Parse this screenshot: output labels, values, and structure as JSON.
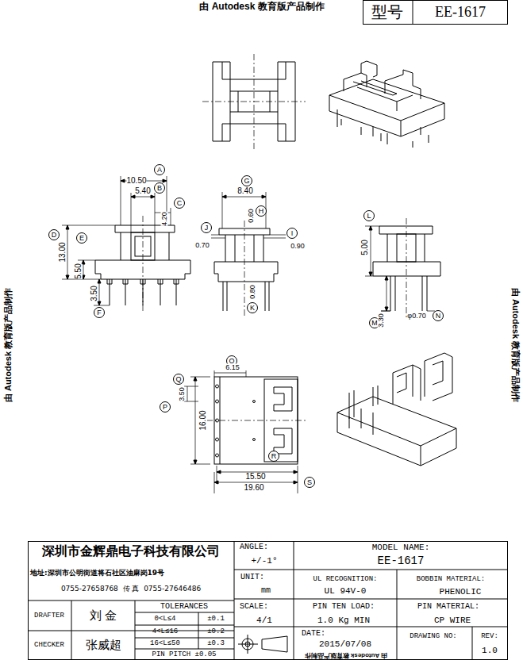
{
  "diagram": {
    "labels": [
      "由 Autodesk 教育版产品制作",
      "型号",
      "EE-1617",
      "由 Autodesk 教育版产品制作",
      "由 Autodesk 教育版产品制作",
      "由 Autodesk 教育版产品制作",
      "A",
      "10.50",
      "B",
      "5.40",
      "C",
      "4.20",
      "D",
      "E",
      "13.00",
      "5.50",
      "3.50",
      "F",
      "G",
      "8.40",
      "H",
      "0.60",
      "J",
      "0.70",
      "I",
      "0.90",
      "0.80",
      "K",
      "L",
      "5.00",
      "M",
      "3.30",
      "φ0.70",
      "N",
      "O",
      "6.15",
      "Q",
      "P",
      "3.50",
      "16.00",
      "R",
      "15.50",
      "S",
      "19.60",
      "深圳市金辉鼎电子科技有限公司",
      "地址:深圳市公明街道将石社区油麻岗19号",
      "0755-27658768  传 真  0755-27646486",
      "ANGLE:",
      "+/-1°",
      "MODEL NAME:",
      "EE-1617",
      "UNIT:",
      "mm",
      "UL RECOGNITION:",
      "UL 94V-0",
      "BOBBIN MATERIAL:",
      "PHENOLIC",
      "DRAFTER",
      "刘 金",
      "TOLERANCES",
      "0<L≤4",
      "±0.1",
      "4<L≤16",
      "±0.2",
      "16<L≤50",
      "±0.3",
      "PIN PITCH ±0.05",
      "SCALE:",
      "4/1",
      "PIN TEN LOAD:",
      "1.0 Kg MIN",
      "PIN MATERIAL:",
      "CP WIRE",
      "CHECKER",
      "张威超",
      "DATE:",
      "2015/07/08",
      "DRAWING NO:",
      "REV:",
      "1.0"
    ]
  }
}
